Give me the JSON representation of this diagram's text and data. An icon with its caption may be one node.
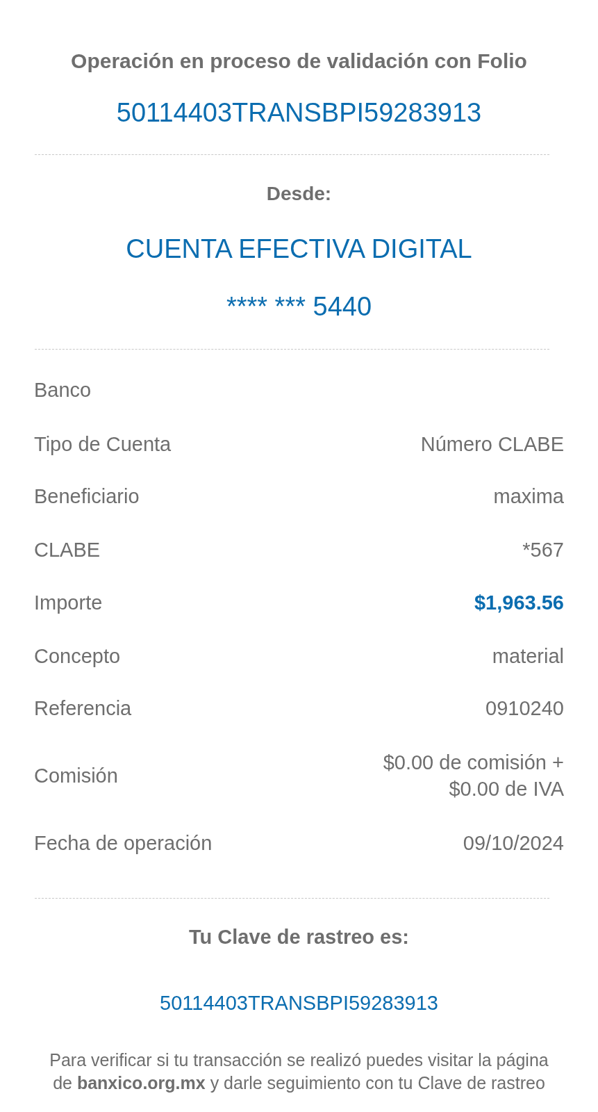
{
  "diagram": {
    "labels": [
      "Operación en proceso de validación con Folio",
      "50114403TRANSBPI59283913",
      "Desde:",
      "CUENTA EFECTIVA DIGITAL",
      "**** *** 5440",
      "Banco",
      "Tipo de Cuenta",
      "Número CLABE",
      "Beneficiario",
      "maxima",
      "CLABE",
      "*567",
      "Importe",
      "$1,963.56",
      "Concepto",
      "material",
      "Referencia",
      "0910240",
      "Comisión",
      "$0.00 de comisión + $0.00 de IVA",
      "Fecha de operación",
      "09/10/2024",
      "Tu Clave de rastreo es:",
      "50114403TRANSBPI59283913",
      "Para verificar si tu transacción se realizó puedes visitar la página de **banxico.org.mx** y darle seguimiento con tu Clave de rastreo"
    ]
  }
}
